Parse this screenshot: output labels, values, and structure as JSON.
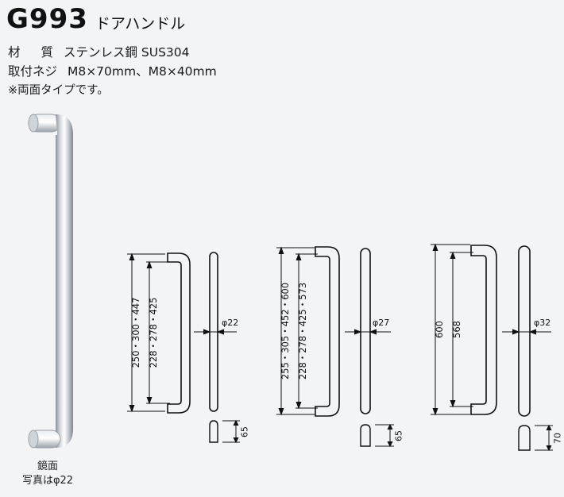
{
  "header": {
    "code": "G993",
    "name": "ドアハンドル"
  },
  "specs": {
    "material_label_1": "材",
    "material_label_2": "質",
    "material_value": "ステンレス鋼 SUS304",
    "screw_label": "取付ネジ",
    "screw_value": "M8×70mm、M8×40mm",
    "note": "※両面タイプです。"
  },
  "photo_caption": {
    "finish": "鏡面",
    "size_note": "写真はφ22"
  },
  "diagrams": [
    {
      "outer_dims": "250・300・447",
      "inner_dims": "228・278・425",
      "diameter": "φ22",
      "depth": "65"
    },
    {
      "outer_dims": "255・305・452・600",
      "inner_dims": "228・278・425・573",
      "diameter": "φ27",
      "depth": "65"
    },
    {
      "outer_dims": "600",
      "inner_dims": "568",
      "diameter": "φ32",
      "depth": "70"
    }
  ]
}
